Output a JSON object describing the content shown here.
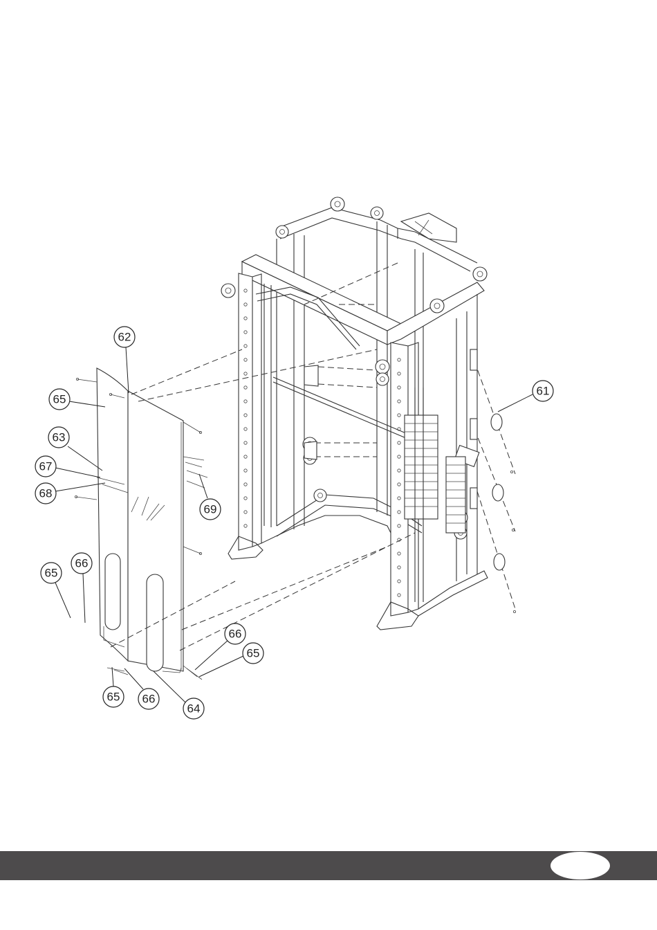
{
  "diagram": {
    "type": "exploded-assembly",
    "callouts": [
      {
        "id": "callout-61",
        "label": "61"
      },
      {
        "id": "callout-62",
        "label": "62"
      },
      {
        "id": "callout-63",
        "label": "63"
      },
      {
        "id": "callout-64",
        "label": "64"
      },
      {
        "id": "callout-65a",
        "label": "65"
      },
      {
        "id": "callout-65b",
        "label": "65"
      },
      {
        "id": "callout-65c",
        "label": "65"
      },
      {
        "id": "callout-65d",
        "label": "65"
      },
      {
        "id": "callout-66a",
        "label": "66"
      },
      {
        "id": "callout-66b",
        "label": "66"
      },
      {
        "id": "callout-66c",
        "label": "66"
      },
      {
        "id": "callout-67",
        "label": "67"
      },
      {
        "id": "callout-68",
        "label": "68"
      },
      {
        "id": "callout-69",
        "label": "69"
      }
    ]
  },
  "footer": {
    "bar_color": "#4d4b4c",
    "page_number": ""
  }
}
